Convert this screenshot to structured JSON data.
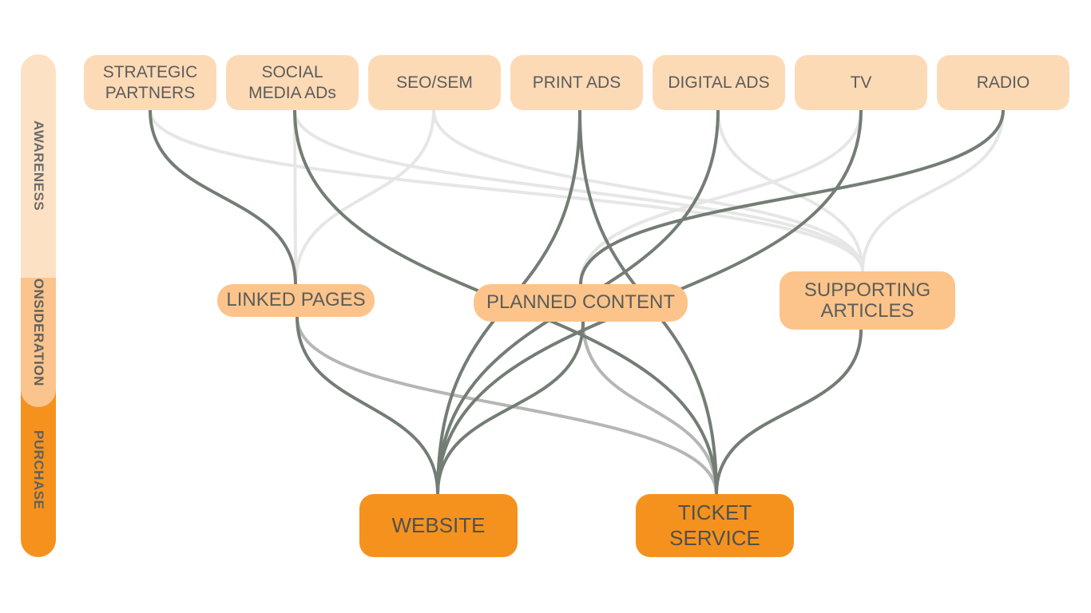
{
  "stages": {
    "awareness": "AWARENESS",
    "consideration": "CONSIDERATION",
    "purchase": "PURCHASE"
  },
  "sources": [
    {
      "id": "strategic",
      "label": "STRATEGIC\nPARTNERS"
    },
    {
      "id": "social",
      "label": "SOCIAL\nMEDIA ADs"
    },
    {
      "id": "seo",
      "label": "SEO/SEM"
    },
    {
      "id": "print",
      "label": "PRINT ADS"
    },
    {
      "id": "digital",
      "label": "DIGITAL ADS"
    },
    {
      "id": "tv",
      "label": "TV"
    },
    {
      "id": "radio",
      "label": "RADIO"
    }
  ],
  "middle": [
    {
      "id": "linked",
      "label": "LINKED PAGES"
    },
    {
      "id": "planned",
      "label": "PLANNED CONTENT"
    },
    {
      "id": "supporting",
      "label": "SUPPORTING\nARTICLES"
    }
  ],
  "destinations": [
    {
      "id": "website",
      "label": "WEBSITE"
    },
    {
      "id": "ticket",
      "label": "TICKET SERVICE"
    }
  ],
  "connections": [
    {
      "from": "strategic",
      "to": "linked",
      "style": "dark"
    },
    {
      "from": "strategic",
      "to": "supporting",
      "style": "light"
    },
    {
      "from": "social",
      "to": "linked",
      "style": "light"
    },
    {
      "from": "social",
      "to": "ticket",
      "style": "dark"
    },
    {
      "from": "social",
      "to": "supporting",
      "style": "light"
    },
    {
      "from": "seo",
      "to": "linked",
      "style": "light"
    },
    {
      "from": "seo",
      "to": "supporting",
      "style": "light"
    },
    {
      "from": "print",
      "to": "website",
      "style": "dark"
    },
    {
      "from": "print",
      "to": "ticket",
      "style": "dark"
    },
    {
      "from": "digital",
      "to": "website",
      "style": "dark"
    },
    {
      "from": "digital",
      "to": "supporting",
      "style": "light"
    },
    {
      "from": "tv",
      "to": "website",
      "style": "dark"
    },
    {
      "from": "tv",
      "to": "planned",
      "style": "light"
    },
    {
      "from": "radio",
      "to": "supporting",
      "style": "light"
    },
    {
      "from": "radio",
      "to": "planned",
      "style": "dark"
    },
    {
      "from": "linked",
      "to": "website",
      "style": "dark"
    },
    {
      "from": "linked",
      "to": "ticket",
      "style": "medium"
    },
    {
      "from": "planned",
      "to": "website",
      "style": "dark"
    },
    {
      "from": "planned",
      "to": "ticket",
      "style": "medium"
    },
    {
      "from": "supporting",
      "to": "ticket",
      "style": "dark"
    },
    {
      "from": "supporting",
      "to": "ticket",
      "style": "medium"
    }
  ],
  "colors": {
    "dark_link": "#737d74",
    "medium_link": "#b4b7b3",
    "light_link": "#e6e6e6",
    "awareness": "#fddab6",
    "consideration": "#fcc48a",
    "purchase": "#f5921e",
    "text": "#5b5d5b"
  }
}
